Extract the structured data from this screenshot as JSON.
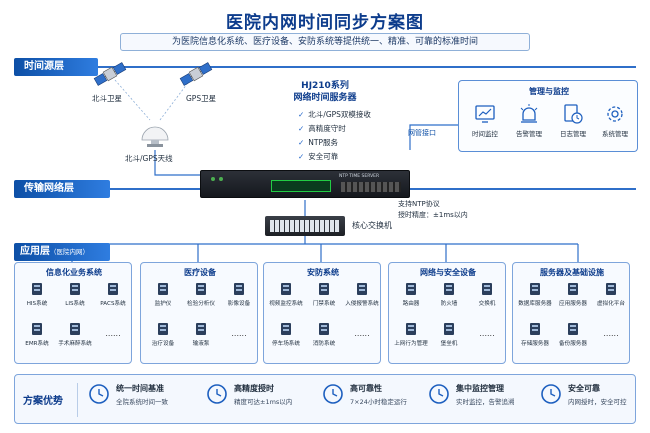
{
  "title": "医院内网时间同步方案图",
  "subtitle": "为医院信息化系统、医疗设备、安防系统等提供统一、精准、可靠的标准时间",
  "layers": {
    "time_source": "时间源层",
    "transport": "传输网络层",
    "application": "应用层",
    "application_note": "（医院内网）"
  },
  "satellites": {
    "beidou": "北斗卫星",
    "gps": "GPS卫星",
    "antenna": "北斗/GPS天线"
  },
  "server": {
    "title_line1": "HJ210系列",
    "title_line2": "网络时间服务器",
    "features": [
      "北斗/GPS双模接收",
      "高精度守时",
      "NTP服务",
      "安全可靠"
    ],
    "panel_text": "NTP TIME SERVER"
  },
  "network_port": "网管接口",
  "management": {
    "title": "管理与监控",
    "items": [
      {
        "label": "时间监控",
        "icon": "monitor-chart-icon"
      },
      {
        "label": "告警管理",
        "icon": "alarm-light-icon"
      },
      {
        "label": "日志管理",
        "icon": "log-clock-icon"
      },
      {
        "label": "系统管理",
        "icon": "gear-icon"
      }
    ]
  },
  "ntp_note": {
    "line1": "支持NTP协议",
    "line2": "授时精度：±1ms以内"
  },
  "core_switch": "核心交换机",
  "panels": [
    {
      "title": "信息化业务系统",
      "row1": [
        "HIS系统",
        "LIS系统",
        "PACS系统"
      ],
      "row2": [
        "EMR系统",
        "手术麻醉系统"
      ],
      "more": "......"
    },
    {
      "title": "医疗设备",
      "row1": [
        "监护仪",
        "检验分析仪",
        "影像设备"
      ],
      "row2": [
        "治疗设备",
        "输液泵"
      ],
      "more": "......"
    },
    {
      "title": "安防系统",
      "row1": [
        "视频监控系统",
        "门禁系统",
        "入侵报警系统"
      ],
      "row2": [
        "停车场系统",
        "消防系统"
      ],
      "more": "......"
    },
    {
      "title": "网络与安全设备",
      "row1": [
        "路由器",
        "防火墙",
        "交换机"
      ],
      "row2": [
        "上网行为管理",
        "堡垒机"
      ],
      "more": "......"
    },
    {
      "title": "服务器及基础设施",
      "row1": [
        "数据库服务器",
        "应用服务器",
        "虚拟化平台"
      ],
      "row2": [
        "存储服务器",
        "备份服务器"
      ],
      "more": "......"
    }
  ],
  "advantages": {
    "label": "方案优势",
    "items": [
      {
        "title": "统一时间基准",
        "desc": "全院系统时间一致",
        "icon": "clock-icon"
      },
      {
        "title": "高精度授时",
        "desc": "精度可达±1ms以内",
        "icon": "precision-icon"
      },
      {
        "title": "高可靠性",
        "desc": "7×24小时稳定运行",
        "icon": "reliability-icon"
      },
      {
        "title": "集中监控管理",
        "desc": "实时监控，告警追溯",
        "icon": "monitor-icon"
      },
      {
        "title": "安全可靠",
        "desc": "内网授时，安全可控",
        "icon": "shield-icon"
      }
    ]
  },
  "colors": {
    "primary": "#0d4fa6",
    "accent": "#2f7de0",
    "line": "#2f6fc9"
  }
}
